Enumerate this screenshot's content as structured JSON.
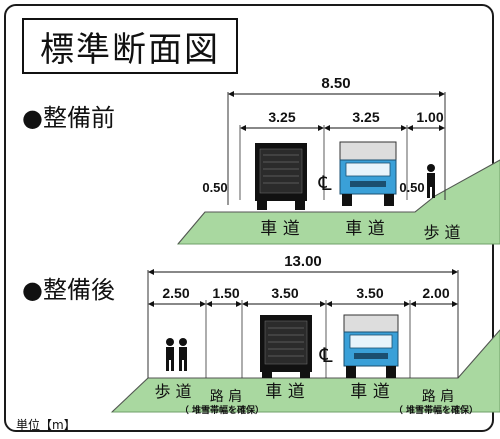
{
  "title": "標準断面図",
  "before": {
    "label": "●整備前",
    "total": "8.50",
    "dims": [
      "3.25",
      "3.25",
      "1.00"
    ],
    "side_dims": [
      "0.50",
      "0.50"
    ],
    "centerline": "℄",
    "road_labels": [
      "車 道",
      "車 道",
      "歩 道"
    ]
  },
  "after": {
    "label": "●整備後",
    "total": "13.00",
    "dims": [
      "2.50",
      "1.50",
      "3.50",
      "3.50",
      "2.00"
    ],
    "centerline": "℄",
    "road_labels": [
      "歩 道",
      "路 肩",
      "車 道",
      "車 道",
      "路 肩"
    ],
    "notes": [
      "（ 堆雪帯幅を確保）",
      "（ 堆雪帯幅を確保）"
    ]
  },
  "unit": "単位【m】",
  "colors": {
    "ground": "#a9d8a0",
    "ground_edge": "#6f9f68",
    "truck_cab": "#3aa0d8",
    "frame": "#1a1a1a"
  }
}
